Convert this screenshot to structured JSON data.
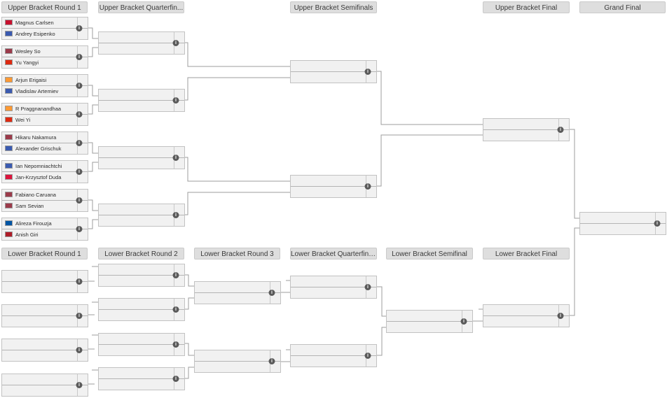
{
  "rounds": {
    "ub_r1": "Upper Bracket Round 1",
    "ub_qf": "Upper Bracket Quarterfin...",
    "ub_sf": "Upper Bracket Semifinals",
    "ub_f": "Upper Bracket Final",
    "gf": "Grand Final",
    "lb_r1": "Lower Bracket Round 1",
    "lb_r2": "Lower Bracket Round 2",
    "lb_r3": "Lower Bracket Round 3",
    "lb_qf": "Lower Bracket Quarterfinals",
    "lb_sf": "Lower Bracket Semifinal",
    "lb_f": "Lower Bracket Final"
  },
  "info_glyph": "i",
  "flag_colors": {
    "us": "#9b3a4a",
    "no": "#c8102e",
    "ru": "#3a5ab0",
    "cn": "#de2910",
    "in": "#ff9933",
    "pl": "#dc143c",
    "fr": "#0055a4",
    "nl": "#ae1c28"
  },
  "ub_r1_matches": [
    {
      "p1": {
        "name": "Magnus Carlsen",
        "flag": "no-flag-icon"
      },
      "p2": {
        "name": "Andrey Esipenko",
        "flag": "ru-flag-icon"
      }
    },
    {
      "p1": {
        "name": "Wesley So",
        "flag": "us-flag-icon"
      },
      "p2": {
        "name": "Yu Yangyi",
        "flag": "cn-flag-icon"
      }
    },
    {
      "p1": {
        "name": "Arjun Erigaisi",
        "flag": "in-flag-icon"
      },
      "p2": {
        "name": "Vladislav Artemiev",
        "flag": "ru-flag-icon"
      }
    },
    {
      "p1": {
        "name": "R Praggnanandhaa",
        "flag": "in-flag-icon"
      },
      "p2": {
        "name": "Wei Yi",
        "flag": "cn-flag-icon"
      }
    },
    {
      "p1": {
        "name": "Hikaru Nakamura",
        "flag": "us-flag-icon"
      },
      "p2": {
        "name": "Alexander Grischuk",
        "flag": "ru-flag-icon"
      }
    },
    {
      "p1": {
        "name": "Ian Nepomniachtchi",
        "flag": "ru-flag-icon"
      },
      "p2": {
        "name": "Jan-Krzysztof Duda",
        "flag": "pl-flag-icon"
      }
    },
    {
      "p1": {
        "name": "Fabiano Caruana",
        "flag": "us-flag-icon"
      },
      "p2": {
        "name": "Sam Sevian",
        "flag": "us-flag-icon"
      }
    },
    {
      "p1": {
        "name": "Alireza Firouzja",
        "flag": "fr-flag-icon"
      },
      "p2": {
        "name": "Anish Giri",
        "flag": "nl-flag-icon"
      }
    }
  ]
}
